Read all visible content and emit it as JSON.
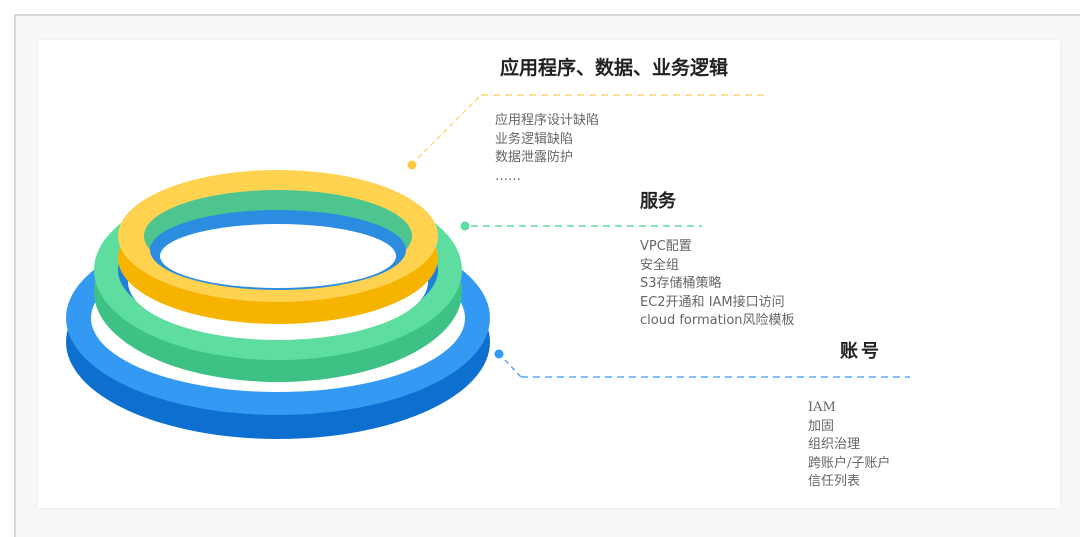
{
  "layers": [
    {
      "title": "应用程序、数据、业务逻辑",
      "items": [
        "应用程序设计缺陷",
        "业务逻辑缺陷",
        "数据泄露防护",
        "……"
      ],
      "color": "#ffc83d",
      "line_color": "#ffd67a"
    },
    {
      "title": "服务",
      "items": [
        "VPC配置",
        "安全组",
        "S3存储桶策略",
        "EC2开通和 IAM接口访问",
        "cloud formation风险模板"
      ],
      "color": "#5ddea0",
      "line_color": "#5ddea0"
    },
    {
      "title": "账号",
      "items": [
        "IAM",
        "加固",
        "组织治理",
        "跨账户/子账户",
        "信任列表"
      ],
      "color": "#3399f3",
      "line_color": "#5aaaf0"
    }
  ]
}
